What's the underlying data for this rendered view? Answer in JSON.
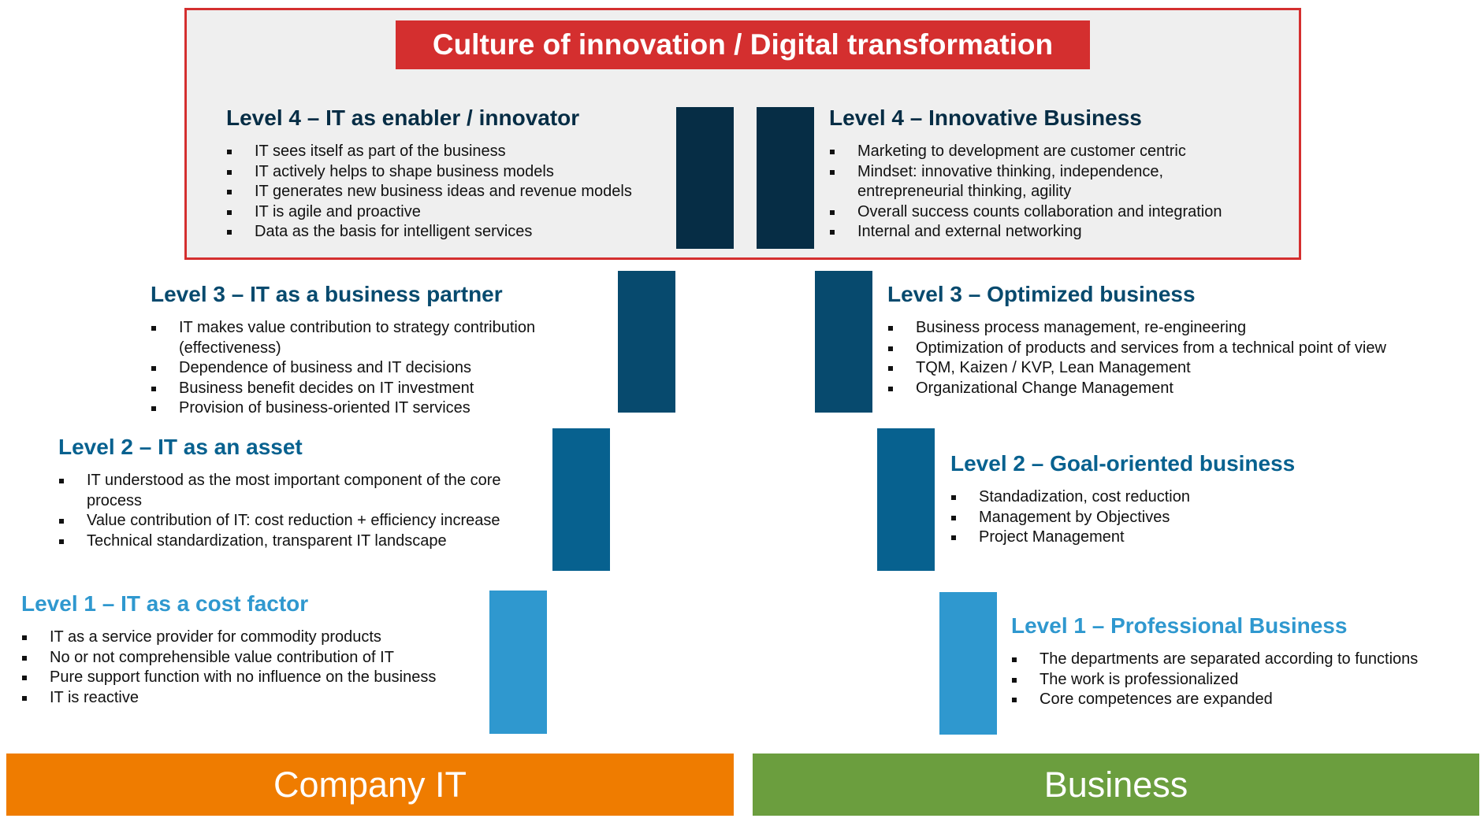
{
  "colors": {
    "frame_red": "#d42f2f",
    "level4": "#062d45",
    "level3": "#074a6e",
    "level2": "#07618f",
    "level1": "#2f98cf",
    "company_it": "#ef7c00",
    "business": "#6b9e3e"
  },
  "culture_title": "Culture of innovation / Digital transformation",
  "it": {
    "footer": "Company IT",
    "level4": {
      "title": "Level 4 – IT as enabler / innovator",
      "items": [
        "IT sees itself as part of the business",
        "IT actively helps to shape business models",
        "IT generates new business ideas and revenue models",
        "IT is agile and proactive",
        "Data as the basis for intelligent services"
      ]
    },
    "level3": {
      "title": "Level 3 – IT as a business partner",
      "items": [
        "IT makes value contribution to strategy contribution (effectiveness)",
        "Dependence of business and IT decisions",
        "Business benefit decides on IT investment",
        "Provision of business-oriented IT services"
      ]
    },
    "level2": {
      "title": "Level 2 – IT as an asset",
      "items": [
        "IT understood as the most important component of the core process",
        "Value contribution of IT: cost reduction + efficiency increase",
        "Technical standardization, transparent IT landscape"
      ]
    },
    "level1": {
      "title": "Level 1 – IT as a cost factor",
      "items": [
        "IT as a service provider for commodity products",
        "No or not comprehensible value contribution of IT",
        "Pure support function with no influence on the business",
        "IT is reactive"
      ]
    }
  },
  "business": {
    "footer": "Business",
    "level4": {
      "title": "Level 4 – Innovative Business",
      "items": [
        "Marketing to development are customer centric",
        "Mindset: innovative thinking, independence, entrepreneurial thinking, agility",
        "Overall success counts collaboration and integration",
        "Internal and external networking"
      ]
    },
    "level3": {
      "title": "Level  3 – Optimized business",
      "items": [
        "Business process management, re-engineering",
        "Optimization of products and services from a technical point of view",
        "TQM, Kaizen / KVP, Lean Management",
        "Organizational Change Management"
      ]
    },
    "level2": {
      "title": "Level 2 – Goal-oriented business",
      "items": [
        "Standadization, cost reduction",
        "Management by Objectives",
        "Project Management"
      ]
    },
    "level1": {
      "title": "Level 1 – Professional Business",
      "items": [
        "The departments are separated according to functions",
        "The work is professionalized",
        "Core competences are expanded"
      ]
    }
  }
}
